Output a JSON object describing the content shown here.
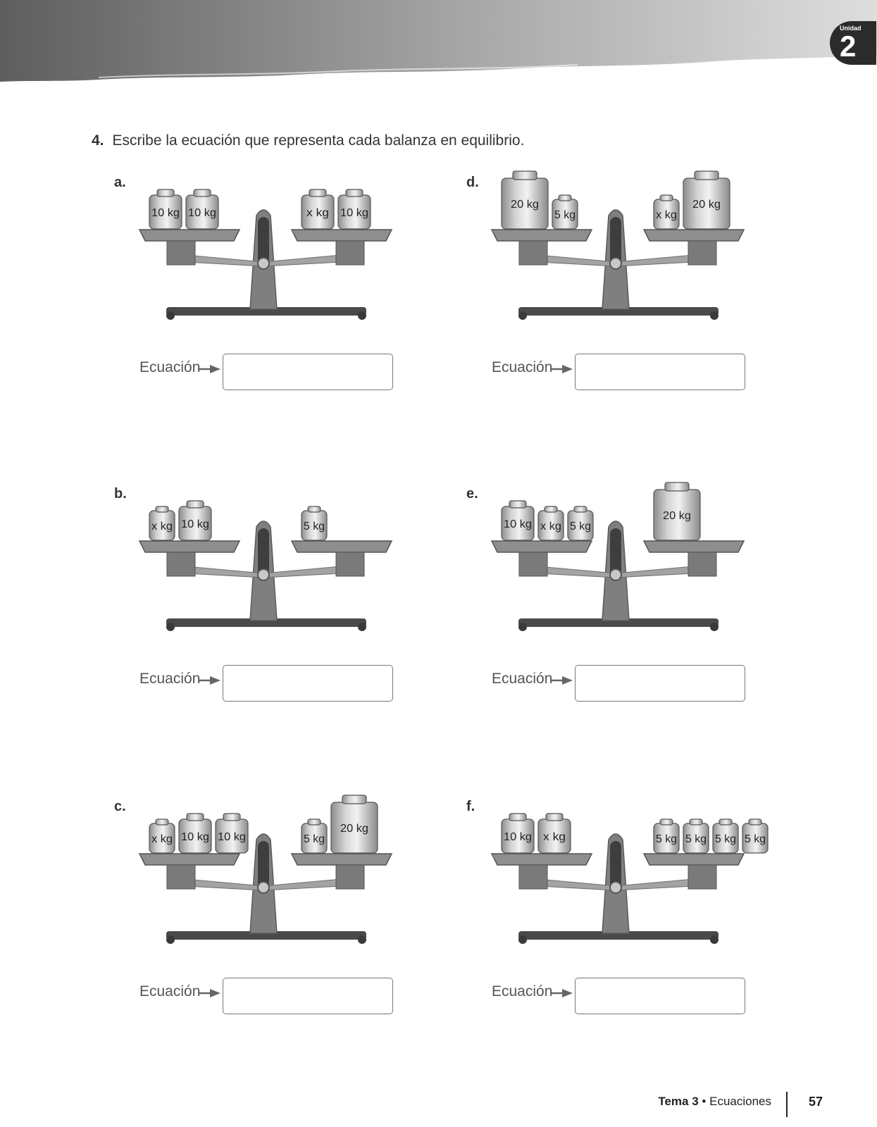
{
  "header": {
    "unit_label": "Unidad",
    "unit_number": "2"
  },
  "instruction": {
    "number": "4.",
    "text": "Escribe la ecuación que representa cada balanza en equilibrio."
  },
  "equation_label": "Ecuación",
  "exercises": [
    {
      "letter": "a.",
      "left": [
        {
          "label": "10 kg",
          "size": "medium"
        },
        {
          "label": "10 kg",
          "size": "medium"
        }
      ],
      "right": [
        {
          "label": "x kg",
          "size": "medium"
        },
        {
          "label": "10 kg",
          "size": "medium"
        }
      ]
    },
    {
      "letter": "b.",
      "left": [
        {
          "label": "x kg",
          "size": "small"
        },
        {
          "label": "10 kg",
          "size": "medium"
        }
      ],
      "right": [
        {
          "label": "5 kg",
          "size": "small"
        }
      ]
    },
    {
      "letter": "c.",
      "left": [
        {
          "label": "x kg",
          "size": "small"
        },
        {
          "label": "10 kg",
          "size": "medium"
        },
        {
          "label": "10 kg",
          "size": "medium"
        }
      ],
      "right": [
        {
          "label": "5 kg",
          "size": "small"
        },
        {
          "label": "20 kg",
          "size": "large"
        }
      ]
    },
    {
      "letter": "d.",
      "left": [
        {
          "label": "20 kg",
          "size": "large"
        },
        {
          "label": "5 kg",
          "size": "small"
        }
      ],
      "right": [
        {
          "label": "x kg",
          "size": "small"
        },
        {
          "label": "20 kg",
          "size": "large"
        }
      ]
    },
    {
      "letter": "e.",
      "left": [
        {
          "label": "10 kg",
          "size": "medium"
        },
        {
          "label": "x kg",
          "size": "small"
        },
        {
          "label": "5 kg",
          "size": "small"
        }
      ],
      "right": [
        {
          "label": "20 kg",
          "size": "large"
        }
      ]
    },
    {
      "letter": "f.",
      "left": [
        {
          "label": "10 kg",
          "size": "medium"
        },
        {
          "label": "x kg",
          "size": "medium"
        }
      ],
      "right": [
        {
          "label": "5 kg",
          "size": "small"
        },
        {
          "label": "5 kg",
          "size": "small"
        },
        {
          "label": "5 kg",
          "size": "small"
        },
        {
          "label": "5 kg",
          "size": "small"
        }
      ]
    }
  ],
  "footer": {
    "tema": "Tema 3",
    "separator": "•",
    "section": "Ecuaciones",
    "page": "57"
  }
}
